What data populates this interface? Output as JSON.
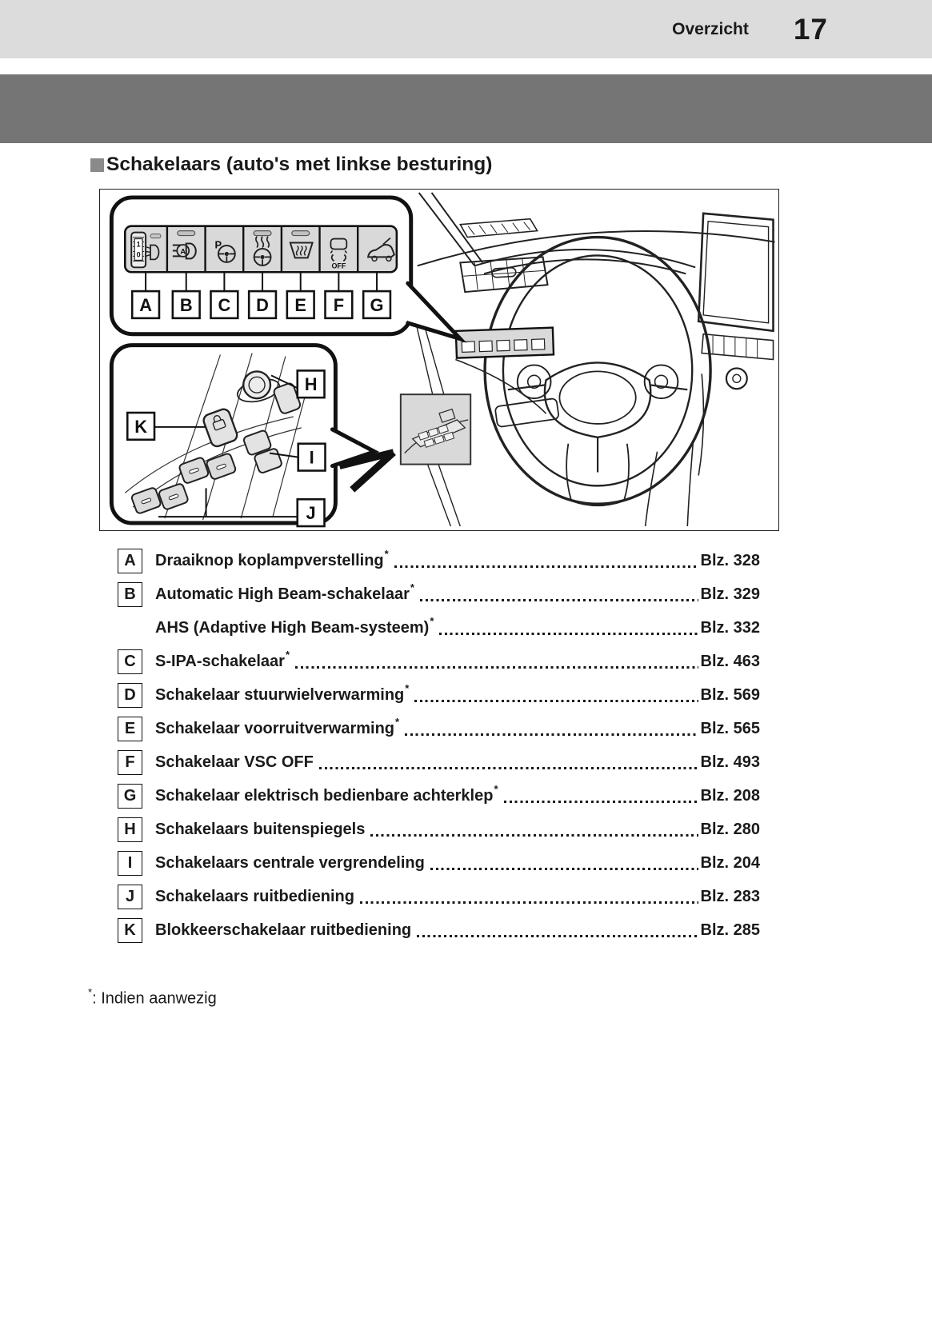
{
  "header": {
    "section_label": "Overzicht",
    "page_number": "17"
  },
  "title": {
    "text": "Schakelaars (auto's met linkse besturing)"
  },
  "figure": {
    "callout_panel": {
      "labels": [
        "A",
        "B",
        "C",
        "D",
        "E",
        "F",
        "G"
      ],
      "icons": [
        "headlamp-leveling-dial-icon",
        "automatic-high-beam-icon",
        "parking-assist-icon",
        "steering-wheel-heating-icon",
        "windshield-heating-icon",
        "vsc-off-icon",
        "power-tailgate-icon"
      ],
      "dial_marks": [
        "1",
        "0"
      ],
      "ahb_letter": "A",
      "parking_letter": "P",
      "vsc_off_text": "OFF"
    },
    "door_callout": {
      "labels": [
        "K",
        "H",
        "I",
        "J"
      ]
    }
  },
  "toc": {
    "page_prefix": "Blz.",
    "star_char": "*",
    "items": [
      {
        "label": "A",
        "text": "Draaiknop koplampverstelling",
        "star": true,
        "page": "328"
      },
      {
        "label": "B",
        "text": "Automatic High Beam-schakelaar",
        "star": true,
        "page": "329"
      },
      {
        "label": "",
        "text": "AHS (Adaptive High Beam-systeem)",
        "star": true,
        "page": "332"
      },
      {
        "label": "C",
        "text": "S-IPA-schakelaar",
        "star": true,
        "page": "463"
      },
      {
        "label": "D",
        "text": "Schakelaar stuurwielverwarming",
        "star": true,
        "page": "569"
      },
      {
        "label": "E",
        "text": "Schakelaar voorruitverwarming",
        "star": true,
        "page": "565"
      },
      {
        "label": "F",
        "text": "Schakelaar VSC OFF",
        "star": false,
        "page": "493"
      },
      {
        "label": "G",
        "text": "Schakelaar elektrisch bedienbare achterklep",
        "star": true,
        "page": "208"
      },
      {
        "label": "H",
        "text": "Schakelaars buitenspiegels",
        "star": false,
        "page": "280"
      },
      {
        "label": "I",
        "text": "Schakelaars centrale vergrendeling",
        "star": false,
        "page": "204"
      },
      {
        "label": "J",
        "text": "Schakelaars ruitbediening",
        "star": false,
        "page": "283"
      },
      {
        "label": "K",
        "text": "Blokkeerschakelaar ruitbediening",
        "star": false,
        "page": "285"
      }
    ]
  },
  "footnote": {
    "marker": "*",
    "separator": ":",
    "text": "Indien aanwezig"
  },
  "colors": {
    "header_bg": "#dcdcdc",
    "banner_bg": "#757575",
    "bullet": "#8a8a8a",
    "panel_fill": "#d9d9d9",
    "line": "#1a1a1a"
  }
}
